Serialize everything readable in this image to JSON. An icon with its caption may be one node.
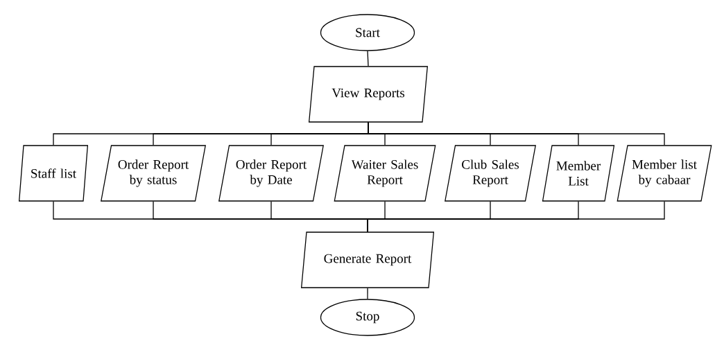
{
  "diagram": {
    "nodes": [
      {
        "text": [
          "Start"
        ]
      },
      {
        "text": [
          "View Reports"
        ]
      },
      {
        "text": [
          "Staff list"
        ]
      },
      {
        "text": [
          "Order Report by status"
        ]
      },
      {
        "text": [
          "Order Report by Date"
        ]
      },
      {
        "text": [
          "Waiter Sales Report"
        ]
      },
      {
        "text": [
          "Club Sales Report"
        ]
      },
      {
        "text": [
          "Member List"
        ]
      },
      {
        "text": [
          "Member list by cabaar"
        ]
      },
      {
        "text": [
          "Generate Report"
        ]
      },
      {
        "text": [
          "Stop"
        ]
      }
    ],
    "edges": [
      {
        "from": 0,
        "to": 1,
        "arrow": "none"
      },
      {
        "from": 1,
        "to": 2,
        "arrow": "none"
      },
      {
        "from": 1,
        "to": 3,
        "arrow": "none"
      },
      {
        "from": 1,
        "to": 4,
        "arrow": "none"
      },
      {
        "from": 1,
        "to": 5,
        "arrow": "none"
      },
      {
        "from": 1,
        "to": 6,
        "arrow": "none"
      },
      {
        "from": 1,
        "to": 7,
        "arrow": "none"
      },
      {
        "from": 1,
        "to": 8,
        "arrow": "none"
      },
      {
        "from": 2,
        "to": 9,
        "arrow": "none"
      },
      {
        "from": 3,
        "to": 9,
        "arrow": "none"
      },
      {
        "from": 4,
        "to": 9,
        "arrow": "none"
      },
      {
        "from": 5,
        "to": 9,
        "arrow": "none"
      },
      {
        "from": 6,
        "to": 9,
        "arrow": "none"
      },
      {
        "from": 7,
        "to": 9,
        "arrow": "none"
      },
      {
        "from": 8,
        "to": 9,
        "arrow": "none"
      },
      {
        "from": 9,
        "to": 10,
        "arrow": "none"
      }
    ]
  }
}
